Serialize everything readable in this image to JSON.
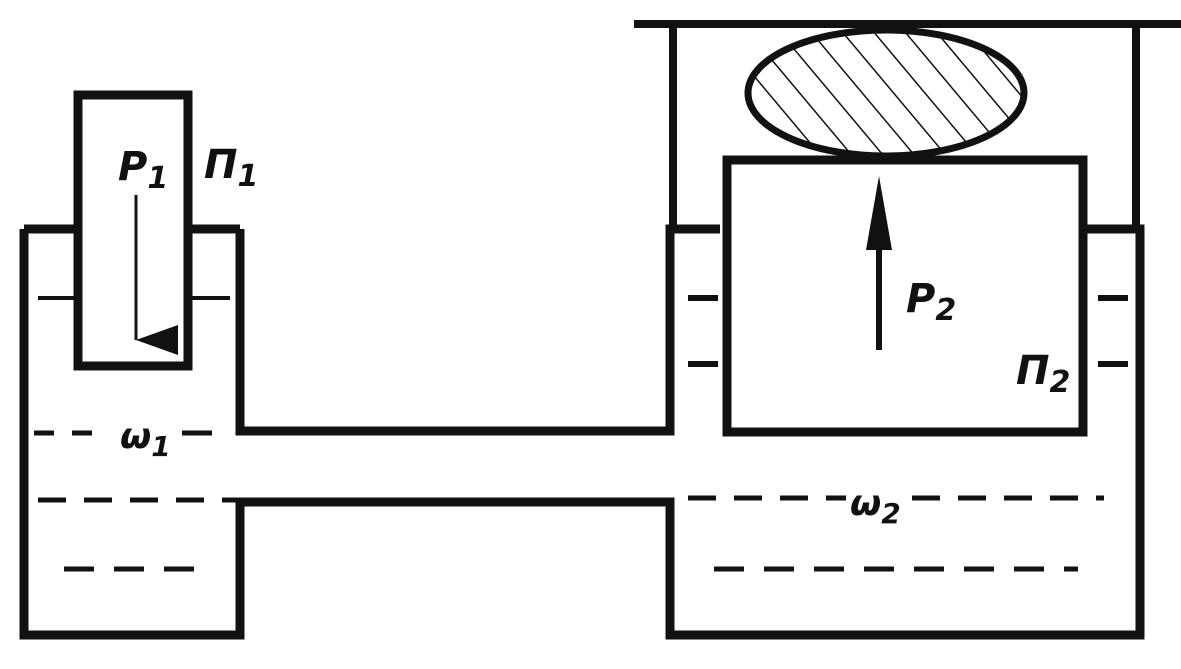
{
  "labels": {
    "force_small": {
      "main": "P",
      "sub": "1"
    },
    "piston_small": {
      "main": "П",
      "sub": "1"
    },
    "area_small": {
      "main": "ω",
      "sub": "1"
    },
    "force_large": {
      "main": "P",
      "sub": "2"
    },
    "piston_large": {
      "main": "П",
      "sub": "2"
    },
    "area_large": {
      "main": "ω",
      "sub": "2"
    }
  },
  "colors": {
    "ink": "#111111",
    "paper": "#ffffff"
  }
}
